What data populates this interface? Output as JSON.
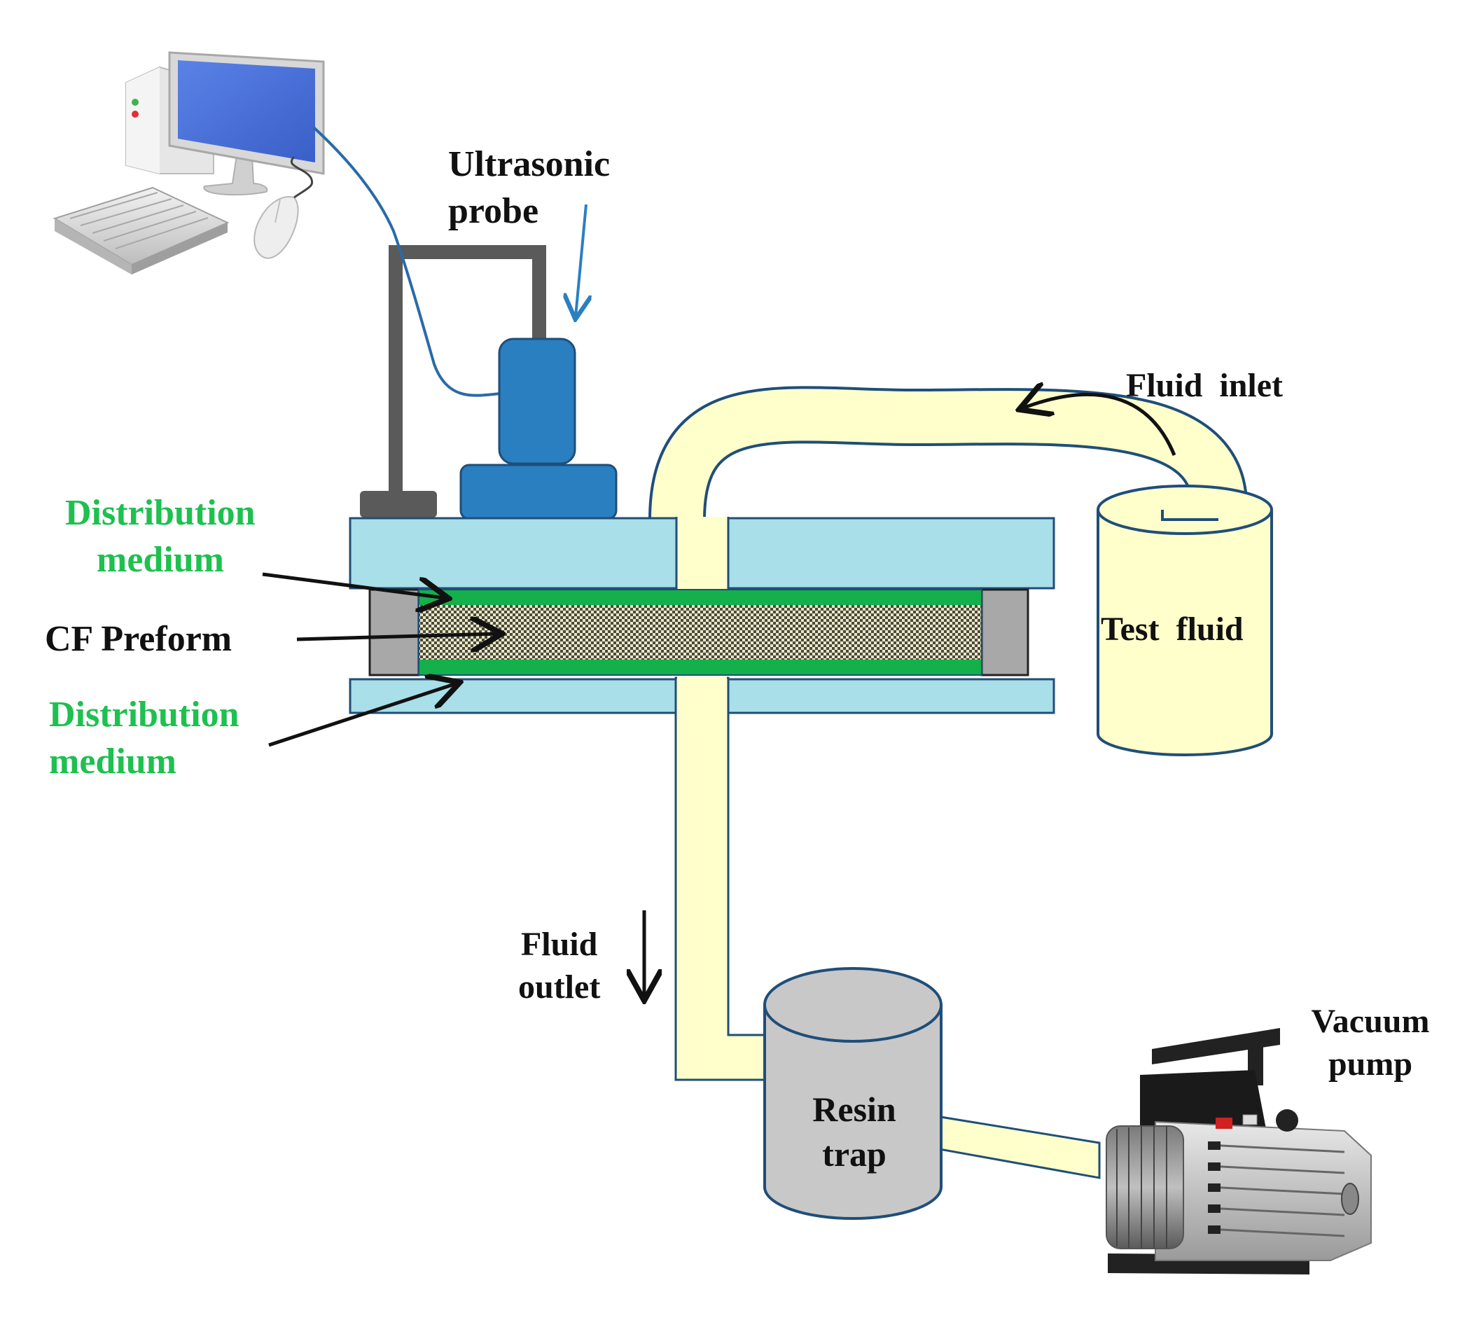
{
  "labels": {
    "ultrasonic_probe": [
      "Ultrasonic",
      "probe"
    ],
    "fluid_inlet": "Fluid  inlet",
    "dist_medium_top": [
      "Distribution",
      "medium"
    ],
    "cf_preform": "CF Preform",
    "dist_medium_bottom": [
      "Distribution",
      "medium"
    ],
    "test_fluid": "Test  fluid",
    "fluid_outlet": [
      "Fluid",
      "outlet"
    ],
    "resin_trap": [
      "Resin",
      "trap"
    ],
    "vacuum_pump": [
      "Vacuum",
      "pump"
    ]
  },
  "colors": {
    "mold_plate": "#a8dfe8",
    "outline": "#1f4e79",
    "fluid": "#ffffcc",
    "medium_green": "#13b04b",
    "label_green": "#1ec04f",
    "probe_blue": "#2a7fc1",
    "stand_gray": "#5a5a5a",
    "trap_gray": "#c8c8c8",
    "wire_blue": "#2a6aa8"
  },
  "icons": [
    "computer-icon",
    "keyboard-icon",
    "mouse-icon",
    "vacuum-pump-icon"
  ]
}
